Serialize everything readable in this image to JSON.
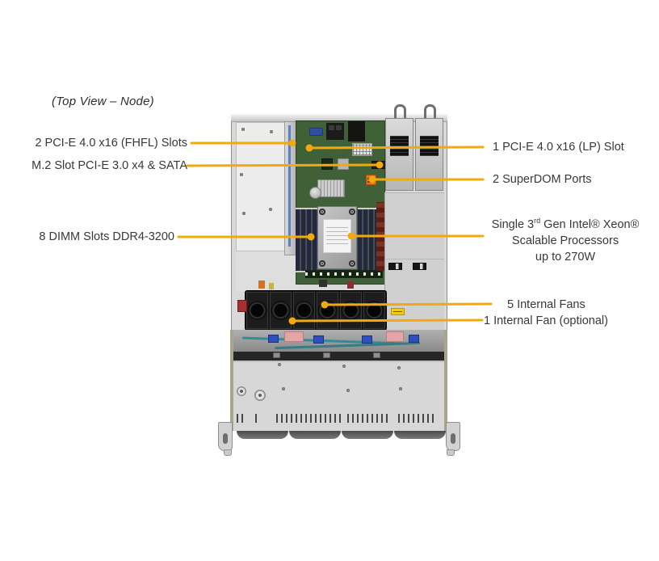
{
  "title": "(Top View – Node)",
  "colors": {
    "accent": "#F2A90C",
    "label_text": "#383838"
  },
  "labels": {
    "pcie_fhfl": "2 PCI-E 4.0 x16 (FHFL) Slots",
    "m2_slot": "M.2 Slot PCI-E 3.0 x4 & SATA",
    "dimm": "8 DIMM Slots DDR4-3200",
    "pcie_lp": "1 PCI-E 4.0 x16 (LP) Slot",
    "superdom": "2 SuperDOM Ports",
    "fans": "5 Internal Fans",
    "fan_optional": "1 Internal Fan (optional)"
  },
  "cpu_label": {
    "l1a": "Single 3",
    "l1b": "rd",
    "l1c": " Gen Intel® Xeon®",
    "l2": "Scalable Processors",
    "l3": "up to 270W"
  }
}
